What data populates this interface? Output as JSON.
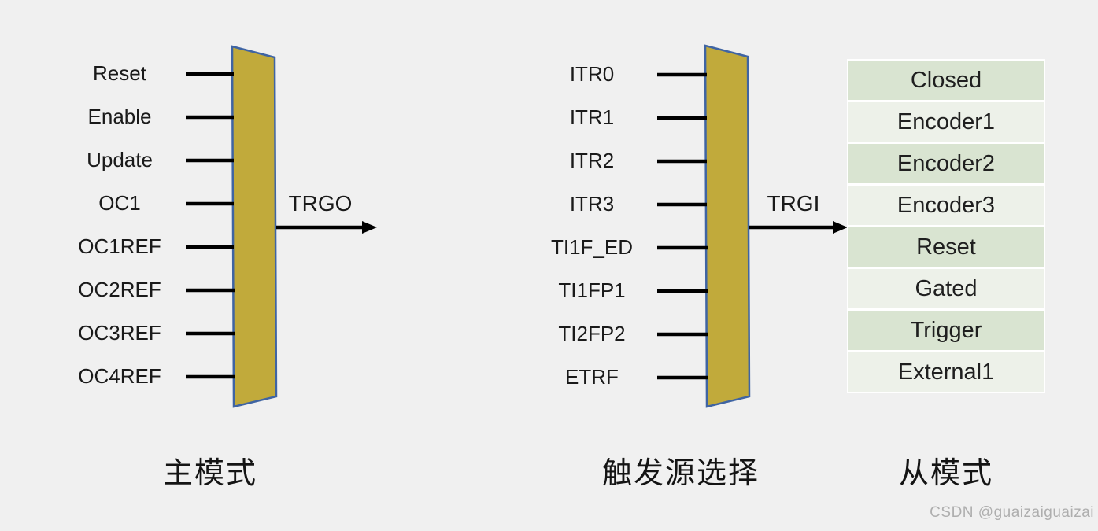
{
  "master": {
    "caption": "主模式",
    "output_label": "TRGO",
    "ports": [
      "Reset",
      "Enable",
      "Update",
      "OC1",
      "OC1REF",
      "OC2REF",
      "OC3REF",
      "OC4REF"
    ]
  },
  "trigger": {
    "caption": "触发源选择",
    "output_label": "TRGI",
    "ports": [
      "ITR0",
      "ITR1",
      "ITR2",
      "ITR3",
      "TI1F_ED",
      "TI1FP1",
      "TI2FP2",
      "ETRF"
    ]
  },
  "slave": {
    "caption": "从模式",
    "modes": [
      "Closed",
      "Encoder1",
      "Encoder2",
      "Encoder3",
      "Reset",
      "Gated",
      "Trigger",
      "External1"
    ]
  },
  "watermark": "CSDN @guaizaiguaizai",
  "colors": {
    "background": "#f0f0f0",
    "mux_fill": "#c1aa3b",
    "mux_border": "#3f64a3",
    "wire": "#000000",
    "table_row_dark": "#d9e4d1",
    "table_row_light": "#edf1e9",
    "table_gap": "#ffffff",
    "watermark_gray": "#aeaeae"
  }
}
